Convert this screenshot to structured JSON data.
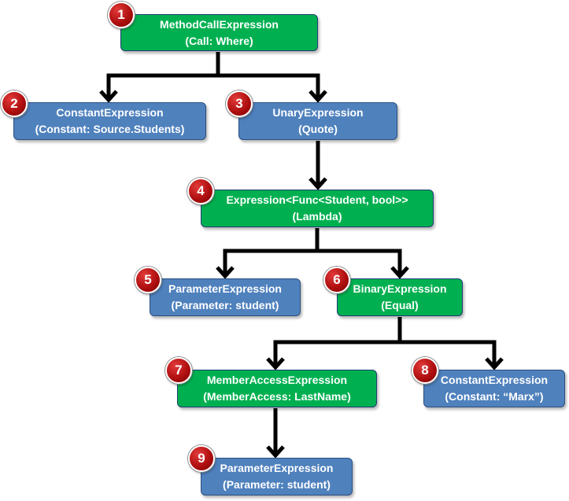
{
  "nodes": [
    {
      "id": 1,
      "badge": "1",
      "line1": "MethodCallExpression",
      "line2": "(Call: Where)",
      "color": "green"
    },
    {
      "id": 2,
      "badge": "2",
      "line1": "ConstantExpression",
      "line2": "(Constant: Source.Students)",
      "color": "blue"
    },
    {
      "id": 3,
      "badge": "3",
      "line1": "UnaryExpression",
      "line2": "(Quote)",
      "color": "blue"
    },
    {
      "id": 4,
      "badge": "4",
      "line1": "Expression<Func<Student, bool>>",
      "line2": "(Lambda)",
      "color": "green"
    },
    {
      "id": 5,
      "badge": "5",
      "line1": "ParameterExpression",
      "line2": "(Parameter: student)",
      "color": "blue"
    },
    {
      "id": 6,
      "badge": "6",
      "line1": "BinaryExpression",
      "line2": "(Equal)",
      "color": "green"
    },
    {
      "id": 7,
      "badge": "7",
      "line1": "MemberAccessExpression",
      "line2": "(MemberAccess: LastName)",
      "color": "green"
    },
    {
      "id": 8,
      "badge": "8",
      "line1": "ConstantExpression",
      "line2": "(Constant: “Marx”)",
      "color": "blue"
    },
    {
      "id": 9,
      "badge": "9",
      "line1": "ParameterExpression",
      "line2": "(Parameter: student)",
      "color": "blue"
    }
  ],
  "edges": [
    {
      "from": 1,
      "to": 2
    },
    {
      "from": 1,
      "to": 3
    },
    {
      "from": 3,
      "to": 4
    },
    {
      "from": 4,
      "to": 5
    },
    {
      "from": 4,
      "to": 6
    },
    {
      "from": 6,
      "to": 7
    },
    {
      "from": 6,
      "to": 8
    },
    {
      "from": 7,
      "to": 9
    }
  ],
  "colors": {
    "green_node": "#00b050",
    "blue_node": "#4f81bd",
    "badge": "#c00000",
    "arrow": "#000000"
  }
}
